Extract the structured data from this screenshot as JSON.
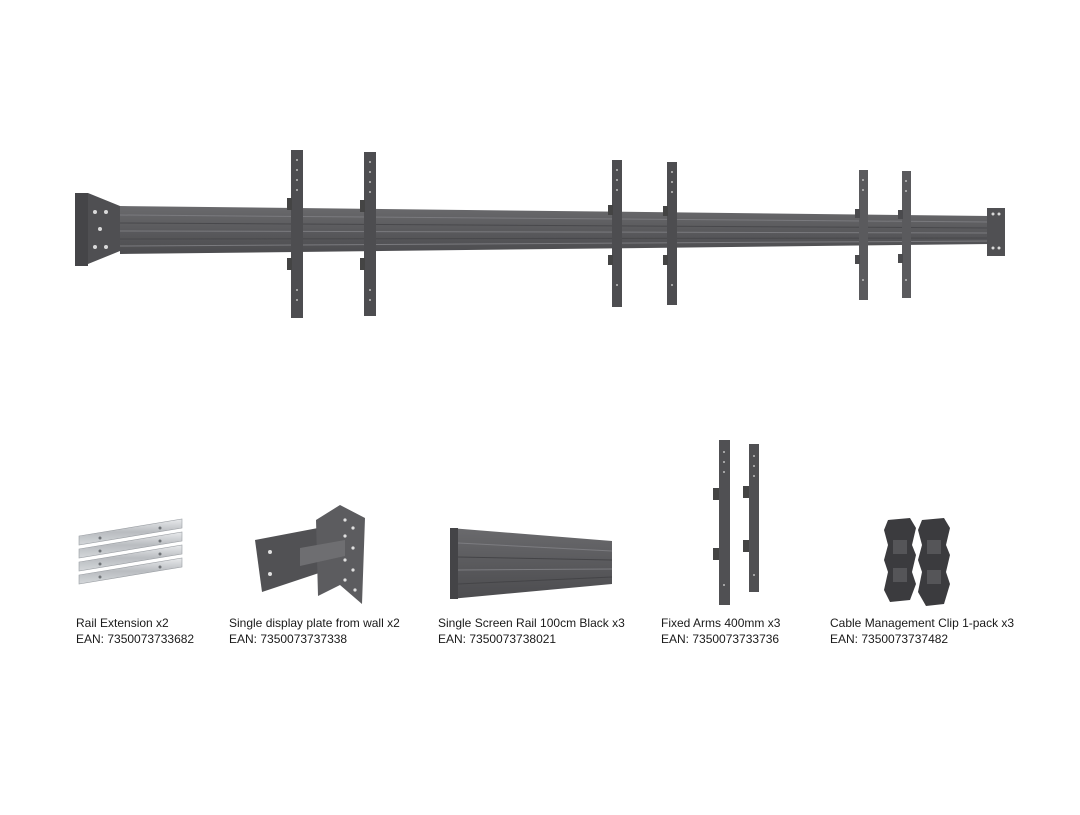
{
  "colors": {
    "metal_dark": "#4a4a4c",
    "metal_mid": "#5d5d60",
    "metal_light": "#7a7a7e",
    "silver": "#c9ccd0",
    "background": "#ffffff",
    "text": "#1a1a1a"
  },
  "products": [
    {
      "name": "Rail Extension x2",
      "ean": "EAN: 7350073733682"
    },
    {
      "name": "Single display plate from wall x2",
      "ean": "EAN: 7350073737338"
    },
    {
      "name": "Single Screen Rail 100cm Black x3",
      "ean": "EAN: 7350073738021"
    },
    {
      "name": "Fixed Arms 400mm x3",
      "ean": "EAN: 7350073733736"
    },
    {
      "name": "Cable Management Clip 1-pack x3",
      "ean": "EAN: 7350073737482"
    }
  ]
}
